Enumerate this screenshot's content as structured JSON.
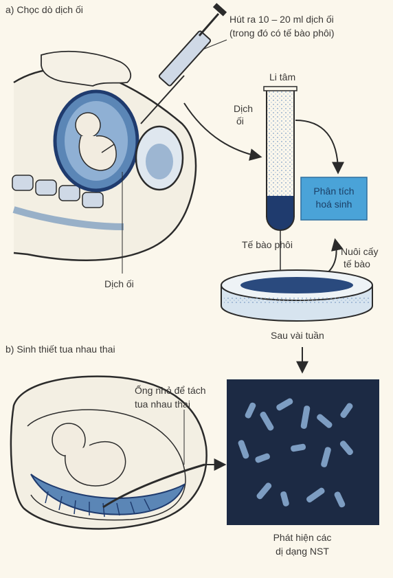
{
  "part_a": {
    "heading": "a) Chọc dò dịch ối",
    "syringe_note": [
      "Hút ra 10 – 20 ml dịch ối",
      "(trong đó có tế bào phôi)"
    ],
    "centrifuge_label": "Li tâm",
    "fluid_label": [
      "Dịch",
      "ối"
    ],
    "biochem_box": [
      "Phân tích",
      "hoá sinh"
    ],
    "embryo_cells_label": "Tế bào phôi",
    "culture_label": [
      "Nuôi cấy",
      "tế bào"
    ],
    "amniotic_fluid_label": "Dịch ối",
    "after_weeks_label": "Sau vài tuần"
  },
  "part_b": {
    "heading": "b) Sinh thiết tua nhau thai",
    "tube_label": [
      "Ống nhỏ để tách",
      "tua nhau thai"
    ],
    "result_caption": [
      "Phát hiện các",
      "dị dạng NST"
    ]
  },
  "colors": {
    "blue": "#5b86b6",
    "dark_blue": "#1f3b6e",
    "box_blue": "#4aa3d8",
    "chromosome_bg": "#1c2a44",
    "line": "#2b2b2b"
  }
}
